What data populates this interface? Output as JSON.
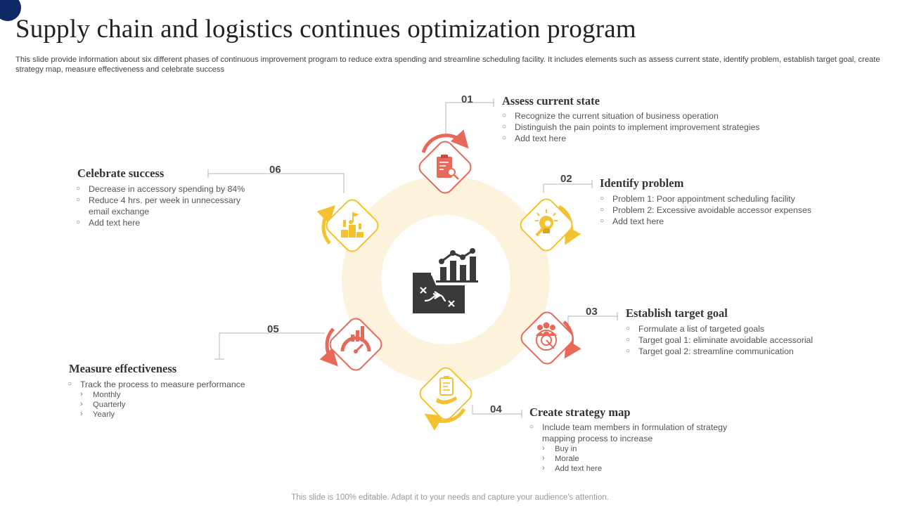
{
  "page": {
    "title": "Supply chain and logistics continues optimization program",
    "subtitle": "This slide provide information about six different phases of continuous improvement program to reduce extra spending and streamline scheduling facility. It includes elements such as assess current state, identify problem, establish target goal, create strategy map, measure effectiveness and celebrate success",
    "footer": "This slide is 100% editable. Adapt it to your needs and capture your audience's attention."
  },
  "colors": {
    "red": "#e8685a",
    "yellow": "#f2c230",
    "ring": "#fdf3dc",
    "dark": "#3a3a3a",
    "corner": "#0d2a66"
  },
  "center": {
    "icon": "strategy-chart-icon"
  },
  "phases": [
    {
      "number": "01",
      "title": "Assess current state",
      "icon": "document-search-icon",
      "bullets": [
        {
          "text": "Recognize the current situation of business operation"
        },
        {
          "text": "Distinguish the pain points to implement improvement  strategies"
        },
        {
          "text": "Add text here"
        }
      ]
    },
    {
      "number": "02",
      "title": "Identify problem",
      "icon": "lightbulb-magnifier-icon",
      "bullets": [
        {
          "text": "Problem 1: Poor appointment  scheduling facility"
        },
        {
          "text": "Problem 2: Excessive avoidable  accessor expenses"
        },
        {
          "text": "Add text here"
        }
      ]
    },
    {
      "number": "03",
      "title": "Establish target goal",
      "icon": "team-target-icon",
      "bullets": [
        {
          "text": "Formulate a list of targeted goals"
        },
        {
          "text": "Target  goal  1: eliminate  avoidable  accessorial"
        },
        {
          "text": "Target  goal  2: streamline communication"
        }
      ]
    },
    {
      "number": "04",
      "title": "Create strategy map",
      "icon": "clipboard-hand-icon",
      "bullets": [
        {
          "text": "Include team members  in formulation  of strategy mapping process to increase",
          "sub": [
            "Buy in",
            "Morale",
            "Add text here"
          ]
        }
      ]
    },
    {
      "number": "05",
      "title": "Measure effectiveness",
      "icon": "gauge-chart-icon",
      "bullets": [
        {
          "text": "Track  the process to measure performance",
          "sub": [
            "Monthly",
            "Quarterly",
            "Yearly"
          ]
        }
      ]
    },
    {
      "number": "06",
      "title": "Celebrate success",
      "icon": "podium-trophy-icon",
      "bullets": [
        {
          "text": "Decrease in accessory spending by 84%"
        },
        {
          "text": "Reduce 4 hrs. per week in unnecessary email exchange"
        },
        {
          "text": "Add text here"
        }
      ]
    }
  ]
}
